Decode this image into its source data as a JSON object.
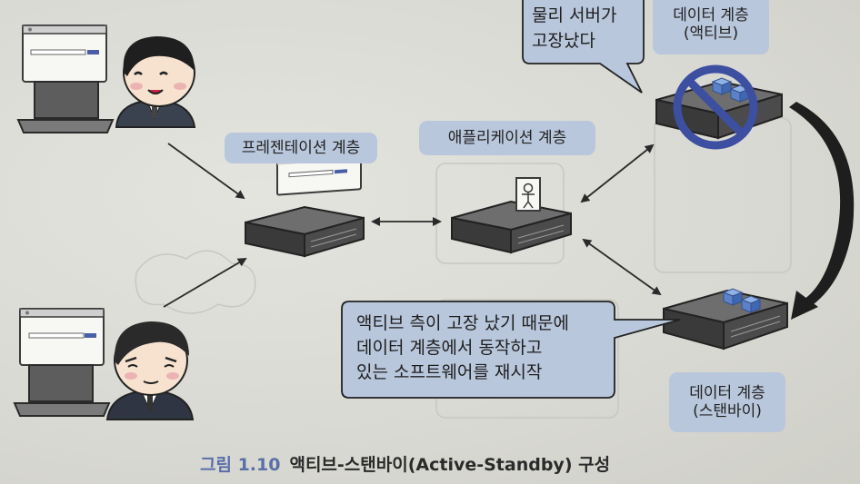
{
  "labels": {
    "presentation": "프레젠테이션 계층",
    "application": "애플리케이션 계층",
    "data_active": "데이터 계층\n(액티브)",
    "data_standby": "데이터 계층\n(스탠바이)"
  },
  "bubbles": {
    "server_failure": "물리 서버가\n고장났다",
    "restart_notice": "액티브 측이 고장 났기 때문에\n데이터 계층에서 동작하고\n있는 소프트웨어를 재시작"
  },
  "caption": {
    "figure": "그림 1.10",
    "title": "액티브-스탠바이(Active-Standby) 구성"
  },
  "colors": {
    "label_fill": "#b9c7dc",
    "bubble_fill": "#b9c7dc",
    "caption_accent": "#5a6fa8",
    "prohibit_stroke": "#3c4fa0"
  }
}
